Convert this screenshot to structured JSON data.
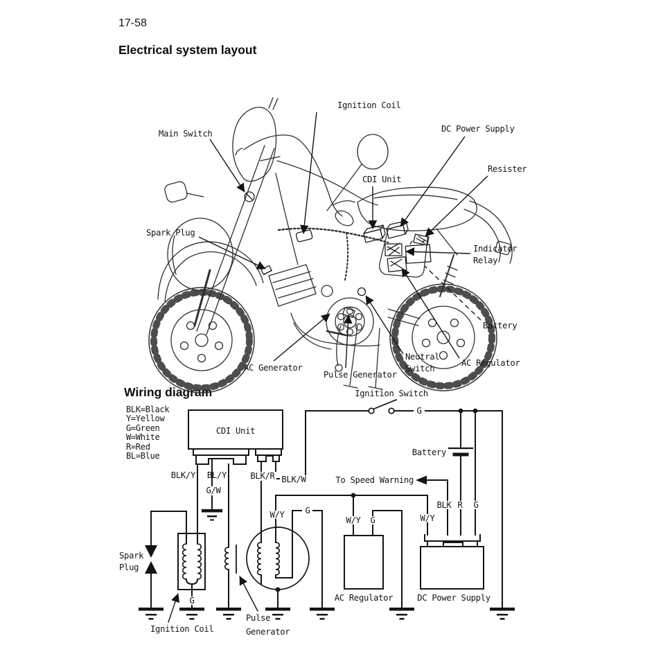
{
  "page": {
    "number": "17-58",
    "title": "Electrical system layout",
    "wiring_title": "Wiring diagram"
  },
  "legend": {
    "items": [
      "BLK=Black",
      "Y=Yellow",
      "G=Green",
      "W=White",
      "R=Red",
      "BL=Blue"
    ]
  },
  "layout": {
    "labels": {
      "ignition_coil": "Ignition Coil",
      "main_switch": "Main Switch",
      "dc_power_supply": "DC Power Supply",
      "resister": "Resister",
      "cdi_unit": "CDI Unit",
      "indicator": "Indicator",
      "relay": "Relay",
      "battery": "Battery",
      "spark_plug": "Spark Plug",
      "ac_generator": "AC Generator",
      "pulse_generator": "Pulse Generator",
      "neutral": "Neutral",
      "switch": "Switch",
      "ac_regulator": "AC Regulator"
    }
  },
  "wiring": {
    "components": {
      "cdi_unit": "CDI Unit",
      "ignition_switch": "Ignition Switch",
      "battery": "Battery",
      "to_speed_warning": "To Speed Warning",
      "spark": "Spark",
      "plug": "Plug",
      "ignition_coil": "Ignition Coil",
      "pulse": "Pulse",
      "generator": "Generator",
      "ac_regulator": "AC Regulator",
      "dc_power_supply": "DC Power Supply"
    },
    "wires": {
      "blk_y": "BLK/Y",
      "g_w": "G/W",
      "bl_y": "BL/Y",
      "blk_r": "BLK/R",
      "blk_w": "BLK/W",
      "g_rail": "G",
      "w_y_gen": "W/Y",
      "g_gen": "G",
      "g_coil": "G",
      "w_y_reg": "W/Y",
      "g_reg": "G",
      "w_y_dc": "W/Y",
      "blk_dc": "BLK",
      "r_dc": "R",
      "g_dc": "G"
    }
  }
}
